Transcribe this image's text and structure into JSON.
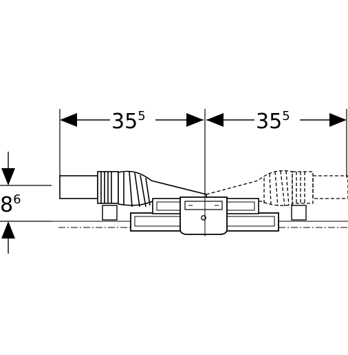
{
  "dimensions": {
    "left_width": {
      "main": "35",
      "sup": "5"
    },
    "right_width": {
      "main": "35",
      "sup": "5"
    },
    "height": {
      "main": "8",
      "sup": "6"
    }
  },
  "colors": {
    "line": "#000000",
    "background": "#ffffff"
  }
}
